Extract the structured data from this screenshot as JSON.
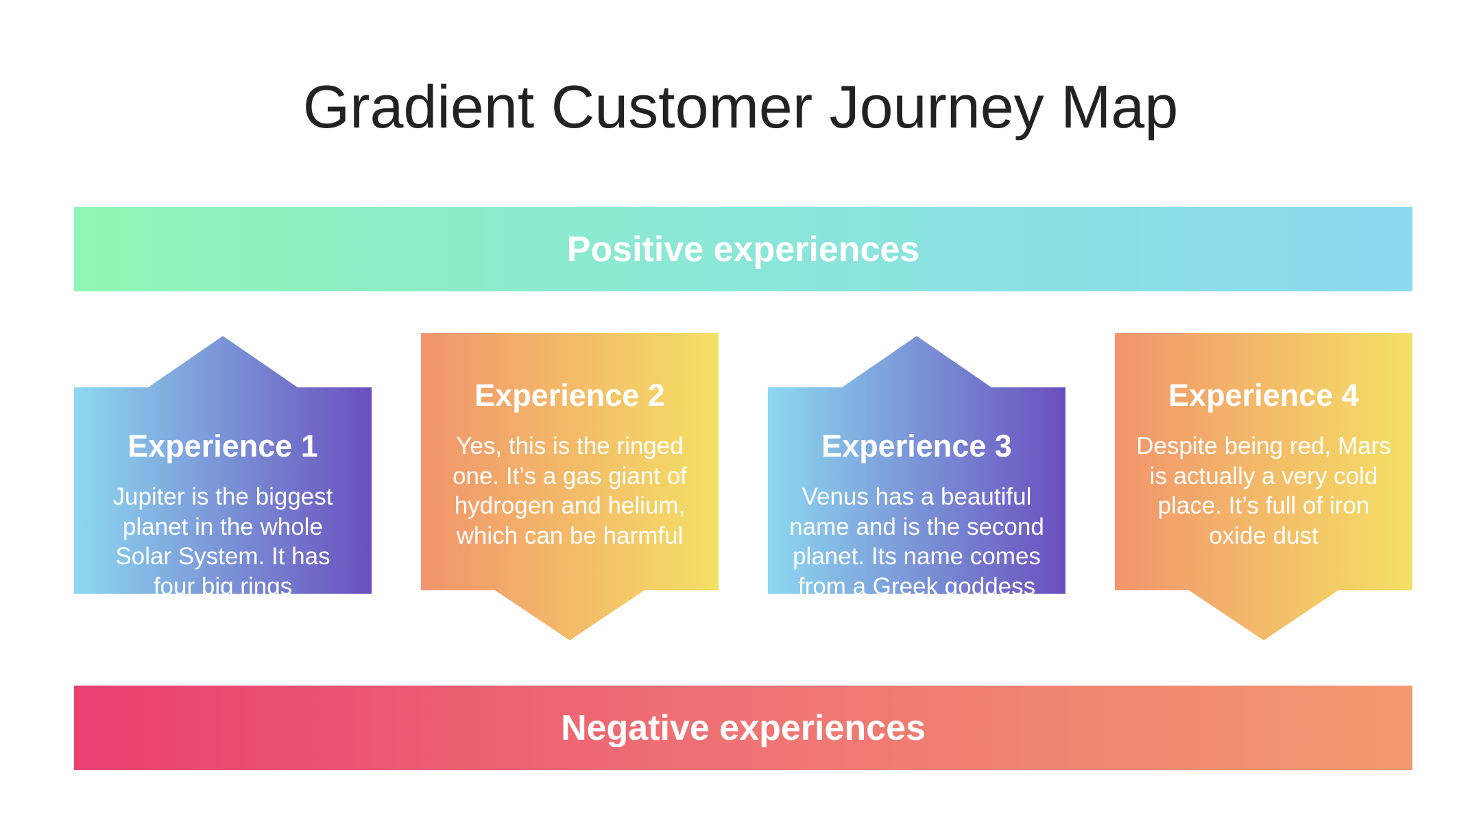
{
  "title": "Gradient Customer Journey Map",
  "bands": {
    "positive": "Positive experiences",
    "negative": "Negative experiences"
  },
  "experiences": [
    {
      "heading": "Experience 1",
      "body": "Jupiter is the biggest planet in the whole Solar System. It has four big rings",
      "arrow": "up",
      "colors": [
        "#8cd9f0",
        "#6a4fbe"
      ]
    },
    {
      "heading": "Experience 2",
      "body": "Yes, this is the ringed one. It’s a gas giant of hydrogen and helium, which can be harmful",
      "arrow": "down",
      "colors": [
        "#f2946c",
        "#f4e065"
      ]
    },
    {
      "heading": "Experience 3",
      "body": "Venus has a beautiful name and is the second planet. Its name comes from a Greek goddess",
      "arrow": "up",
      "colors": [
        "#8cd9f0",
        "#6a4fbe"
      ]
    },
    {
      "heading": "Experience 4",
      "body": "Despite being red, Mars is actually a very cold place. It’s full of iron oxide dust",
      "arrow": "down",
      "colors": [
        "#f2946c",
        "#f4e065"
      ]
    }
  ]
}
